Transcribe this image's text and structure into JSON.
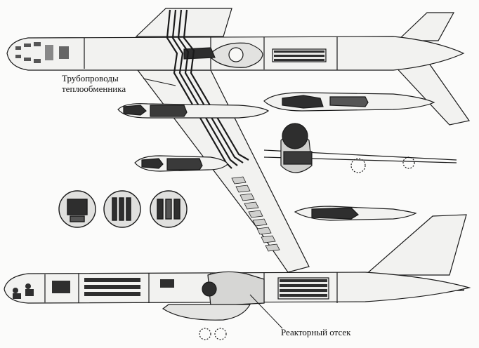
{
  "labels": {
    "heat_exchanger_pipelines_line1": "Трубопроводы",
    "heat_exchanger_pipelines_line2": "теплообменника",
    "reactor_compartment": "Реакторный отсек"
  },
  "colors": {
    "background": "#fbfbfa",
    "outline": "#1a1a1a",
    "fill_light": "#f2f2f0",
    "fill_mid": "#d8d8d6",
    "fill_dark": "#2e2e2e"
  }
}
